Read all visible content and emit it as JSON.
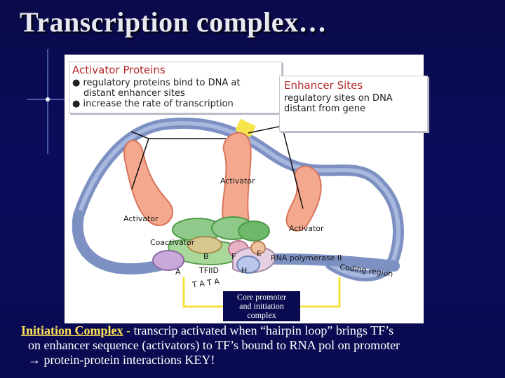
{
  "title": "Transcription complex…",
  "activator_box": {
    "heading": "Activator Proteins",
    "bullet1_line1": "● regulatory proteins bind to DNA at",
    "bullet1_line2": "distant enhancer sites",
    "bullet2": "● increase the rate of transcription"
  },
  "enhancer_box": {
    "heading": "Enhancer Sites",
    "line1": "regulatory sites on DNA",
    "line2": "distant from gene"
  },
  "labels": {
    "activator_top": "Activator",
    "activator_left": "Activator",
    "activator_right": "Activator",
    "coactivator": "Coactivator",
    "b": "B",
    "f": "F",
    "e": "E",
    "a": "A",
    "tfiid": "TFIID",
    "h": "H",
    "rna_pol": "RNA polymerase II",
    "coding_region": "Coding region",
    "tata": "T A T A"
  },
  "core_promoter": {
    "line1": "Core promoter",
    "line2": "and initiation",
    "line3": "complex"
  },
  "caption": {
    "term": "Initiation Complex",
    "dash": " - ",
    "text1": "transcrip activated when “hairpin loop” brings TF’s",
    "text2": "on enhancer sequence (activators) to TF’s bound to RNA pol on promoter",
    "text3": "→ protein-protein interactions KEY!"
  }
}
